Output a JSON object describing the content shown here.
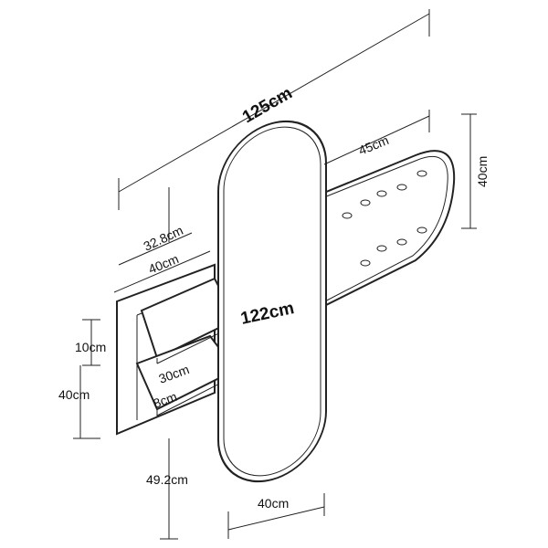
{
  "dimensions": {
    "total_width": "125cm",
    "hook_panel_width": "45cm",
    "hook_panel_height": "40cm",
    "shelf_depth": "32.8cm",
    "shelf_panel_width": "40cm",
    "mirror_height": "122cm",
    "shelf_spacing": "10cm",
    "shelf_panel_height": "40cm",
    "shelf_length": "30cm",
    "shelf_depth_small": "8cm",
    "floor_to_shelf": "49.2cm",
    "mirror_width": "40cm"
  },
  "colors": {
    "line": "#222222",
    "background": "#ffffff"
  }
}
